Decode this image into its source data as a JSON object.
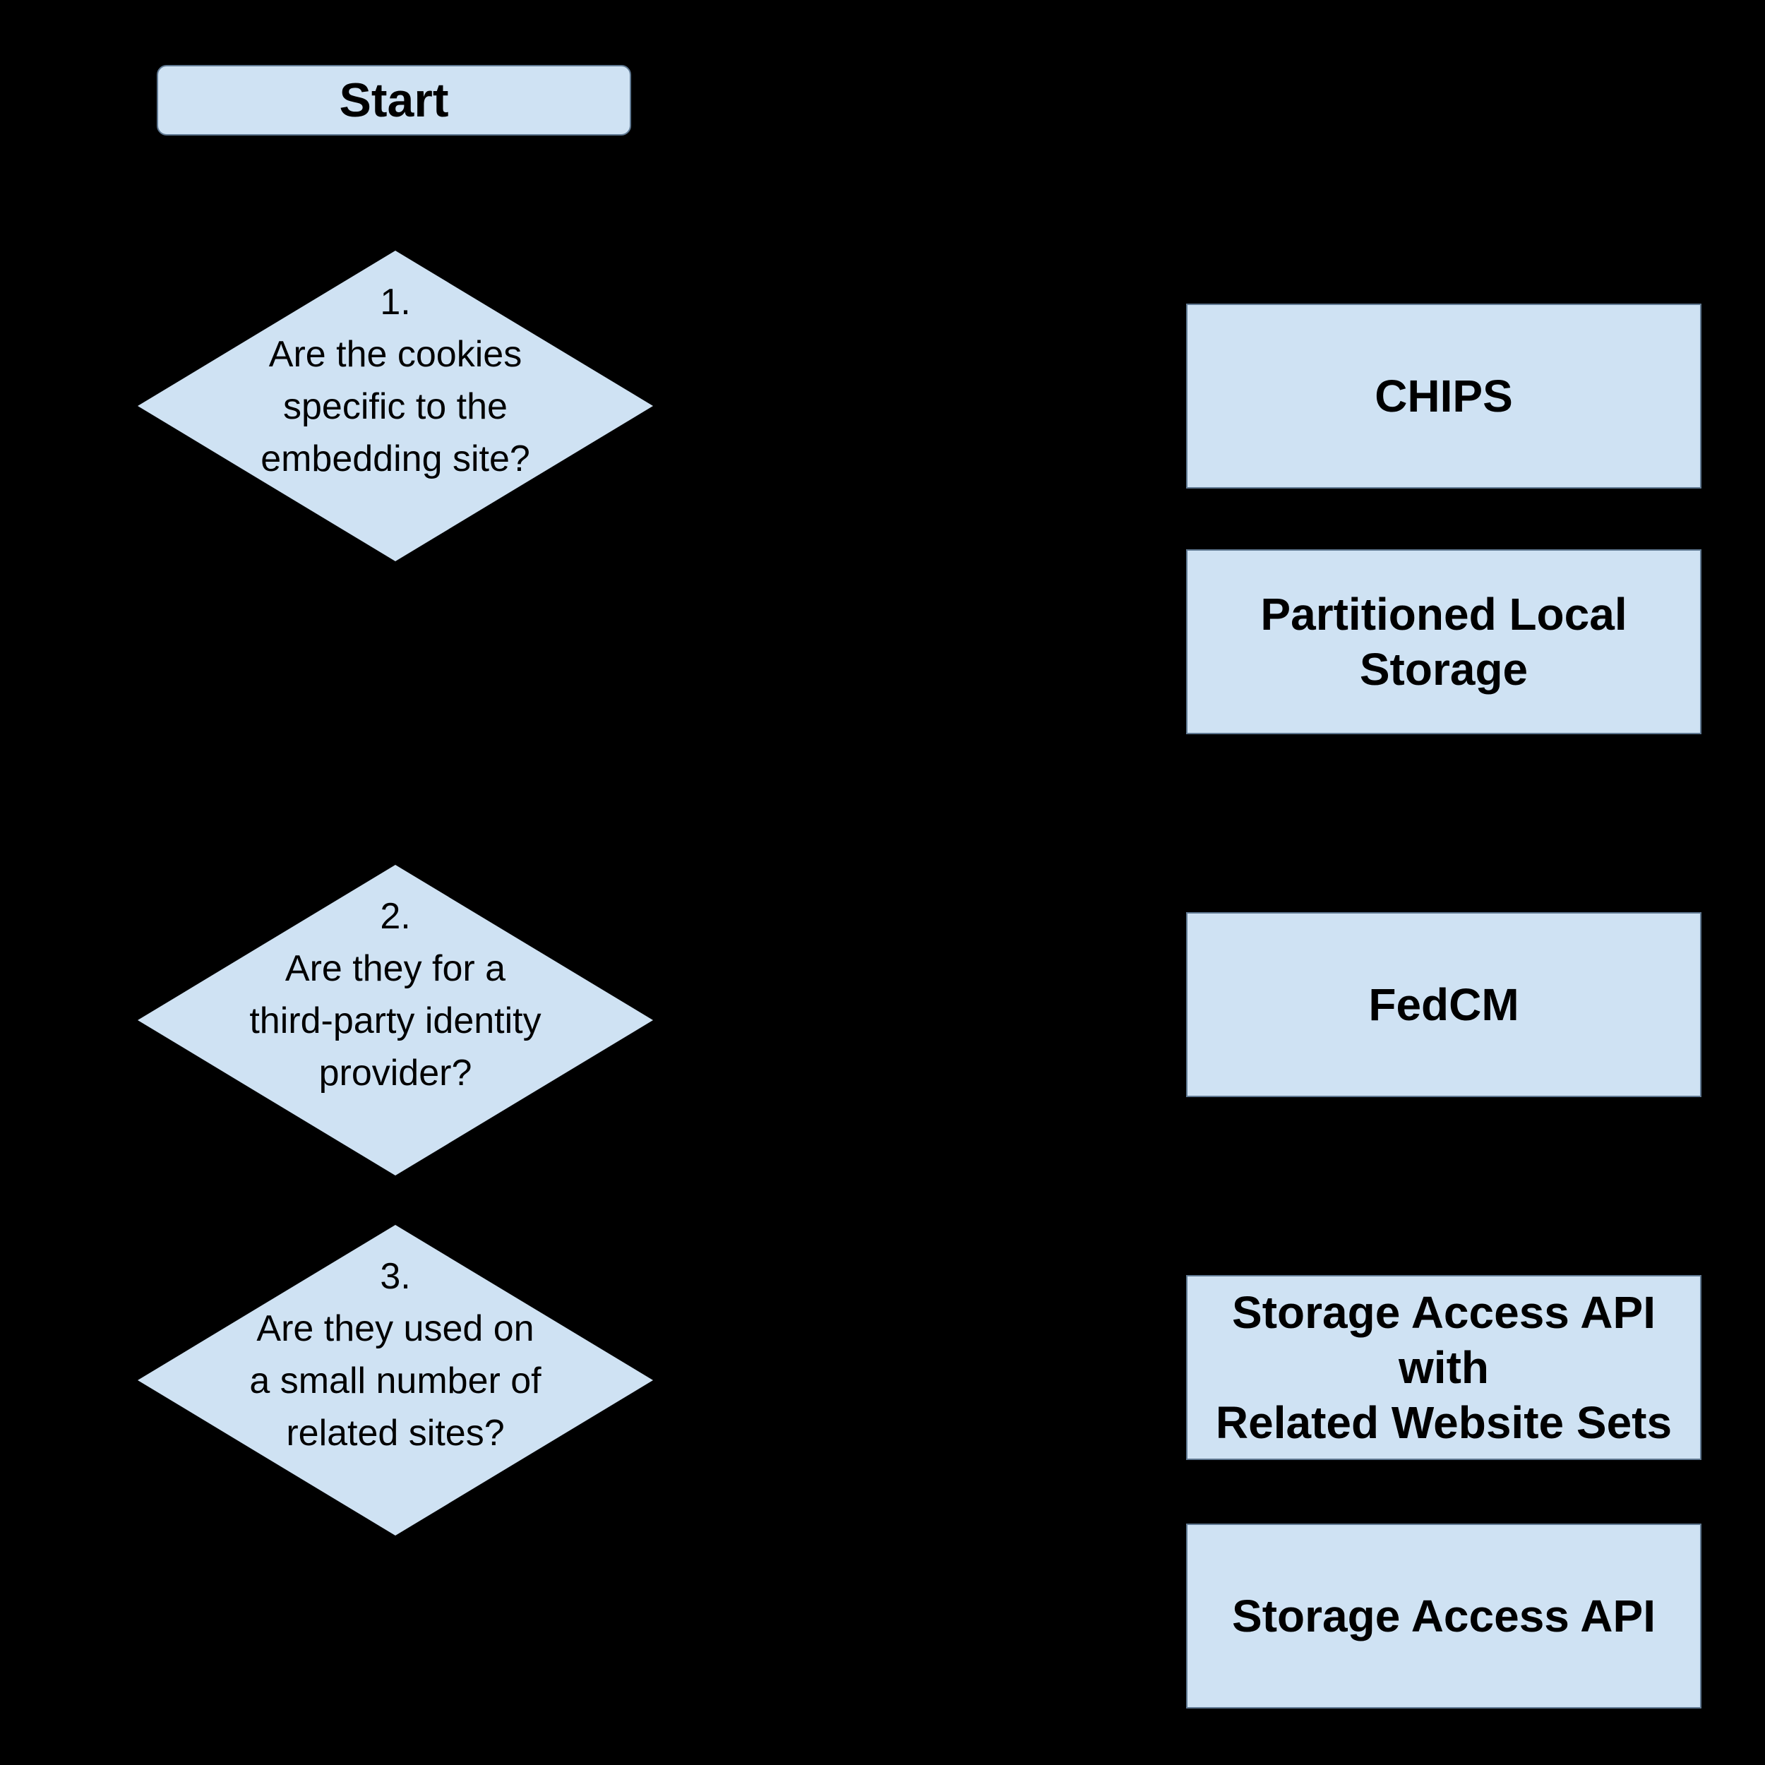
{
  "page": {
    "background_color": "#000000",
    "node_fill_color": "#cfe2f3",
    "node_border_color": "#5f7891",
    "node_text_color": "#000000"
  },
  "start_node": {
    "label": "Start"
  },
  "decision_nodes": [
    {
      "number_line": "1.",
      "lines": [
        "Are the cookies",
        "specific to the",
        "embedding site?"
      ]
    },
    {
      "number_line": "2.",
      "lines": [
        "Are they for a",
        "third-party identity",
        "provider?"
      ]
    },
    {
      "number_line": "3.",
      "lines": [
        "Are they used on",
        "a small number of",
        "related sites?"
      ]
    }
  ],
  "outcome_nodes": [
    {
      "lines": [
        "CHIPS"
      ]
    },
    {
      "lines": [
        "Partitioned Local",
        "Storage"
      ]
    },
    {
      "lines": [
        "FedCM"
      ]
    },
    {
      "lines": [
        "Storage Access API",
        "with",
        "Related Website Sets"
      ]
    },
    {
      "lines": [
        "Storage Access API"
      ]
    }
  ]
}
